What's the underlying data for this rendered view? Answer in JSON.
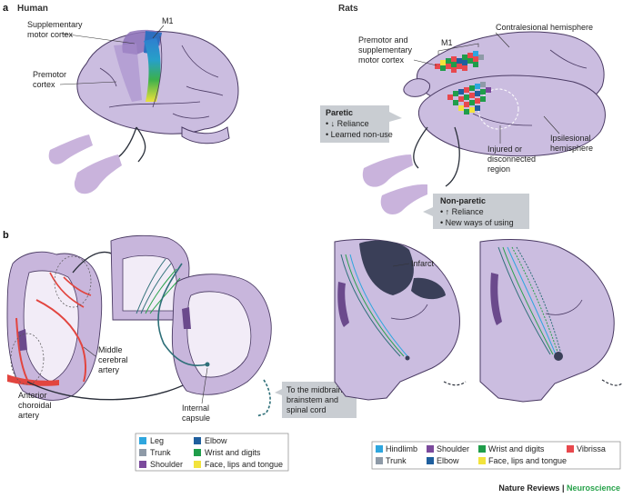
{
  "panels": {
    "a": "a",
    "b": "b"
  },
  "headings": {
    "human": "Human",
    "rats": "Rats"
  },
  "human_labels": {
    "sma_line1": "Supplementary",
    "sma_line2": "motor cortex",
    "m1": "M1",
    "pm_line1": "Premotor",
    "pm_line2": "cortex"
  },
  "rat_labels": {
    "contralesional": "Contralesional hemisphere",
    "premotor_line1": "Premotor and",
    "premotor_line2": "supplementary",
    "premotor_line3": "motor cortex",
    "m1": "M1",
    "ipsi_line1": "Ipsilesional",
    "ipsi_line2": "hemisphere",
    "injured_line1": "Injured or",
    "injured_line2": "disconnected",
    "injured_line3": "region"
  },
  "paretic_box": {
    "title": "Paretic",
    "item1": "• ↓ Reliance",
    "item2": "• Learned non-use"
  },
  "nonparetic_box": {
    "title": "Non-paretic",
    "item1": "• ↑ Reliance",
    "item2": "• New ways of using"
  },
  "panel_b_labels": {
    "mca_line1": "Middle",
    "mca_line2": "cerebral",
    "mca_line3": "artery",
    "aca_line1": "Anterior",
    "aca_line2": "choroidal",
    "aca_line3": "artery",
    "ic_line1": "Internal",
    "ic_line2": "capsule",
    "mid_line1": "To the midbrain,",
    "mid_line2": "brainstem and",
    "mid_line3": "spinal cord",
    "infarct": "Infarct"
  },
  "human_legend": [
    {
      "label": "Leg",
      "color": "#2ea6de"
    },
    {
      "label": "Elbow",
      "color": "#1f5f9e"
    },
    {
      "label": "Trunk",
      "color": "#8e9aa7"
    },
    {
      "label": "Wrist and digits",
      "color": "#1f9d4a"
    },
    {
      "label": "Shoulder",
      "color": "#7b4a9c"
    },
    {
      "label": "Face, lips and tongue",
      "color": "#f2e33c"
    }
  ],
  "rat_legend": [
    {
      "label": "Hindlimb",
      "color": "#2ea6de"
    },
    {
      "label": "Shoulder",
      "color": "#7b4a9c"
    },
    {
      "label": "Wrist and digits",
      "color": "#1f9d4a"
    },
    {
      "label": "Vibrissa",
      "color": "#e8484d"
    },
    {
      "label": "Trunk",
      "color": "#8e9aa7"
    },
    {
      "label": "Elbow",
      "color": "#1f5f9e"
    },
    {
      "label": "Face, lips and tongue",
      "color": "#f2e33c"
    }
  ],
  "footer": {
    "journal": "Nature Reviews",
    "separator": " | ",
    "section": "Neuroscience"
  },
  "colors": {
    "brain": "#cbbde0",
    "outline": "#4a3a63",
    "artery": "#e2453f",
    "tract": "#2e6f78",
    "infarct": "#3a3f58",
    "callout": "#c9cdd2",
    "accent_green": "#27a24a"
  }
}
